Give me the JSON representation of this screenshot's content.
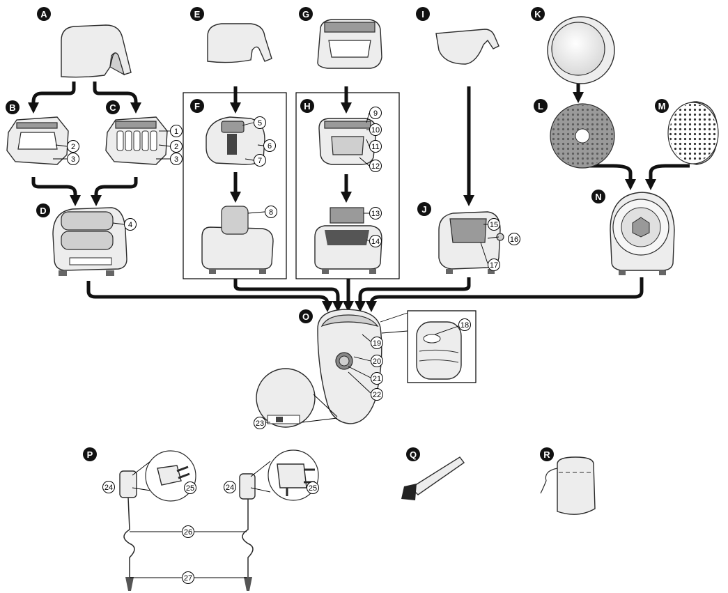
{
  "letter_labels": [
    "A",
    "B",
    "C",
    "D",
    "E",
    "F",
    "G",
    "H",
    "I",
    "J",
    "K",
    "L",
    "M",
    "N",
    "O",
    "P",
    "Q",
    "R"
  ],
  "part_numbers": [
    "1",
    "2",
    "3",
    "4",
    "5",
    "6",
    "7",
    "8",
    "9",
    "10",
    "11",
    "12",
    "13",
    "14",
    "15",
    "16",
    "17",
    "18",
    "19",
    "20",
    "21",
    "22",
    "23",
    "24",
    "25",
    "26",
    "27"
  ],
  "colors": {
    "badge": "#111111",
    "part_fill": "#ededed",
    "outline": "#2a2a2a",
    "arrow": "#111111"
  }
}
